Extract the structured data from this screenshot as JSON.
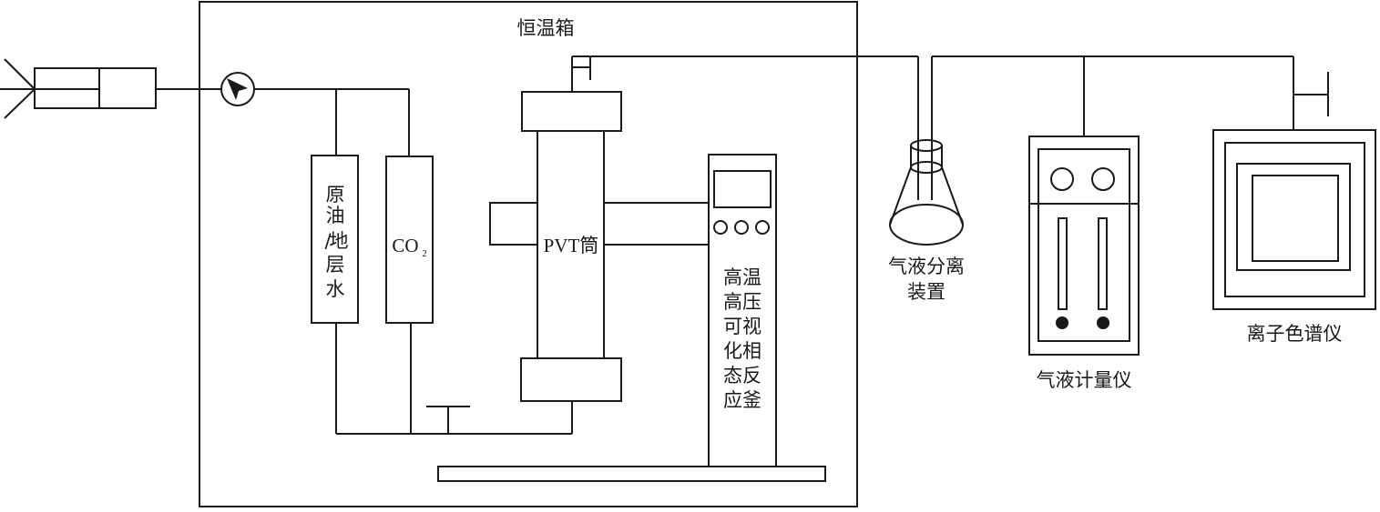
{
  "labels": {
    "incubator": "恒温箱",
    "crude_oil_water": [
      "原",
      "油",
      "/",
      "地",
      "层",
      "水"
    ],
    "co2_main": "CO",
    "co2_sub": "2",
    "pvt_cylinder": "PVT筒",
    "reactor_lines": [
      "高温",
      "高压",
      "可视",
      "化相",
      "态反",
      "应釜"
    ],
    "gas_liquid_separator": [
      "气液分离",
      "装置"
    ],
    "gas_liquid_meter": "气液计量仪",
    "ion_chromatograph": "离子色谱仪"
  },
  "colors": {
    "stroke": "#1a1a1a",
    "background": "#ffffff"
  }
}
